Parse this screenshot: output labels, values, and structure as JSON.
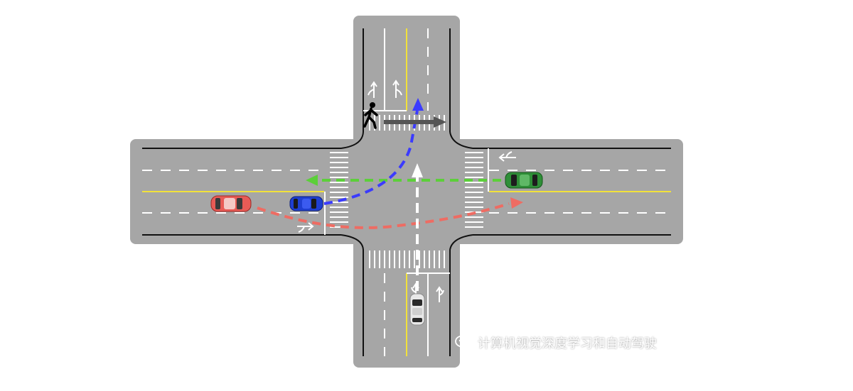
{
  "watermark": {
    "text": "计算机视觉深度学习和自动驾驶",
    "icon": "wechat-icon"
  },
  "colors": {
    "road": "#a6a6a6",
    "lane_yellow": "#f2e23a",
    "edge_line": "#111111",
    "marking": "#ffffff",
    "path_blue": "#3b3bff",
    "path_green": "#5ccf3a",
    "path_red": "#ee6c63",
    "path_white": "#ffffff",
    "pedestrian_arrow": "#555555"
  },
  "vehicles": [
    {
      "name": "red-car",
      "color": "#e85b56",
      "heading": "east"
    },
    {
      "name": "blue-car",
      "color": "#1f3fd1",
      "heading": "east"
    },
    {
      "name": "green-car",
      "color": "#2f8f38",
      "heading": "west"
    },
    {
      "name": "white-car",
      "color": "#e8e8e8",
      "heading": "north"
    }
  ],
  "pedestrian": {
    "icon": "pedestrian-icon",
    "heading": "east"
  }
}
